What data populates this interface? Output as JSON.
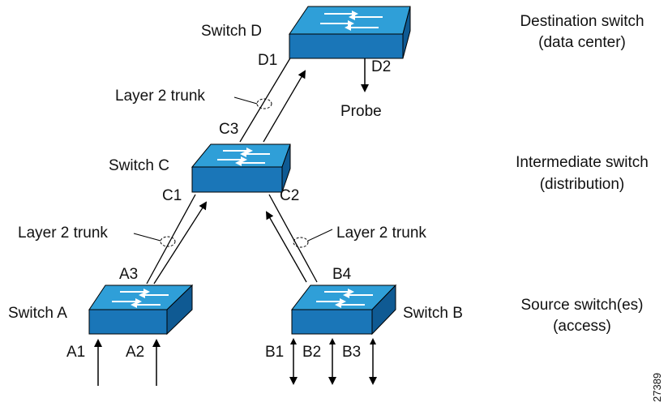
{
  "colors": {
    "switch_top": "#2f9fd8",
    "switch_front": "#1a76b8",
    "switch_side": "#0f5a93",
    "edge": "#000000",
    "arrow_glyph": "#ffffff"
  },
  "switches": {
    "d": {
      "name": "Switch D"
    },
    "c": {
      "name": "Switch C"
    },
    "a": {
      "name": "Switch A"
    },
    "b": {
      "name": "Switch B"
    }
  },
  "ports": {
    "d1": "D1",
    "d2": "D2",
    "c1": "C1",
    "c2": "C2",
    "c3": "C3",
    "a1": "A1",
    "a2": "A2",
    "a3": "A3",
    "b1": "B1",
    "b2": "B2",
    "b3": "B3",
    "b4": "B4"
  },
  "links": {
    "dc": {
      "label": "Layer 2 trunk"
    },
    "ca": {
      "label": "Layer 2 trunk"
    },
    "cb": {
      "label": "Layer 2 trunk"
    }
  },
  "probe": "Probe",
  "tiers": {
    "destination": {
      "line1": "Destination switch",
      "line2": "(data center)"
    },
    "intermediate": {
      "line1": "Intermediate switch",
      "line2": "(distribution)"
    },
    "source": {
      "line1": "Source switch(es)",
      "line2": "(access)"
    }
  },
  "figure_id": "27389"
}
